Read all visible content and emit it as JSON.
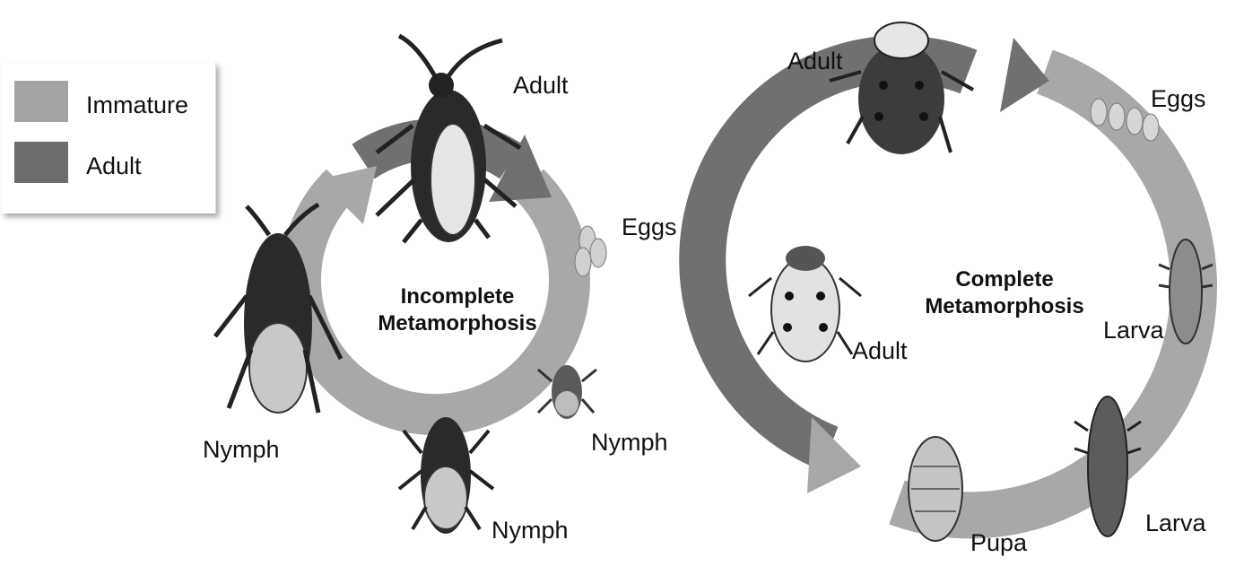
{
  "legend": {
    "items": [
      {
        "label": "Immature",
        "color": "#a3a3a3"
      },
      {
        "label": "Adult",
        "color": "#6c6c6c"
      }
    ]
  },
  "incomplete": {
    "title_line1": "Incomplete",
    "title_line2": "Metamorphosis",
    "stages": {
      "adult": "Adult",
      "eggs": "Eggs",
      "nymph_right": "Nymph",
      "nymph_bottom": "Nymph",
      "nymph_left": "Nymph"
    }
  },
  "complete": {
    "title_line1": "Complete",
    "title_line2": "Metamorphosis",
    "stages": {
      "adult_top": "Adult",
      "eggs": "Eggs",
      "larva_upper": "Larva",
      "larva_lower": "Larva",
      "pupa": "Pupa",
      "adult_left": "Adult"
    }
  }
}
